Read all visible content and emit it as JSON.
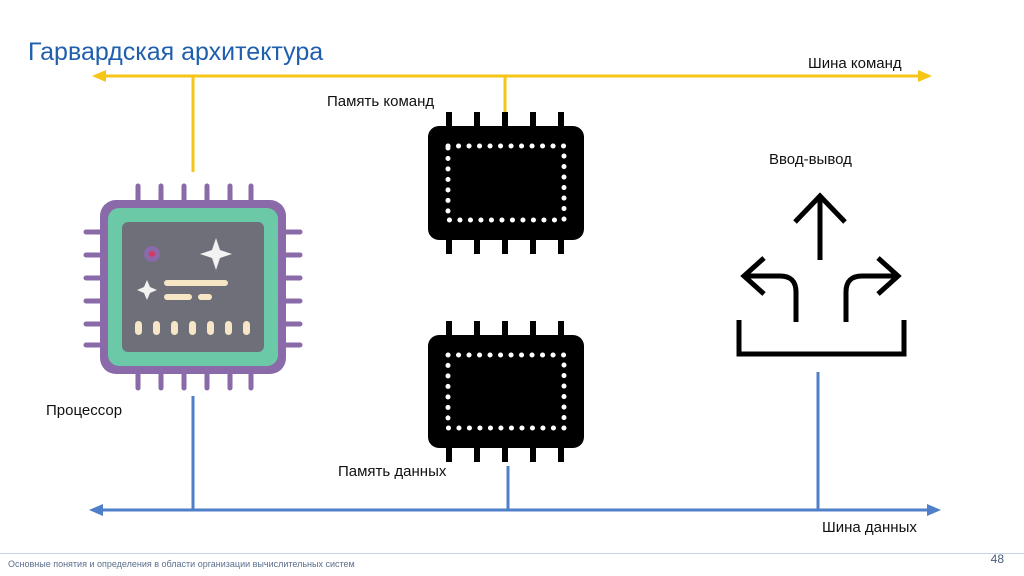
{
  "title": "Гарвардская архитектура",
  "labels": {
    "instruction_bus": "Шина команд",
    "instruction_memory": "Память команд",
    "io": "Ввод-вывод",
    "processor": "Процессор",
    "data_memory": "Память данных",
    "data_bus": "Шина данных"
  },
  "footer": {
    "text": "Основные понятия и определения в области организации вычислительных систем",
    "page_number": "48"
  },
  "colors": {
    "instruction_bus": "#f5c518",
    "data_bus": "#4f7fc8",
    "title": "#1f5fae",
    "chip_frame": "#8a6aa8",
    "chip_board": "#6cc9a8",
    "chip_die": "#6f6f7a"
  },
  "icons": [
    "cpu-icon",
    "memory-chip-icon",
    "memory-chip-icon",
    "io-split-arrows-icon"
  ]
}
